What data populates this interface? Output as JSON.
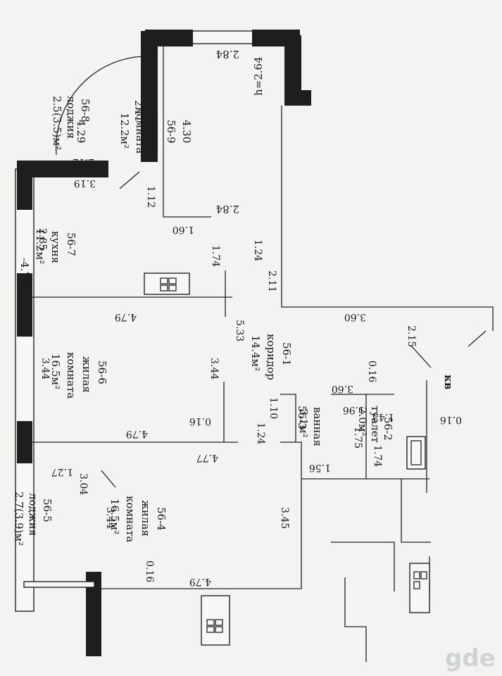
{
  "rooms": {
    "r9": {
      "id": "56-9",
      "name": "жилая",
      "name2": "комната",
      "area": "12.2м²",
      "d_top": "2.84",
      "d_bot": "2.84",
      "d_left": "4.30",
      "d_right": "4.29",
      "height": "h=2.64"
    },
    "r8": {
      "id": "56-8",
      "name": "лоджия",
      "area": "2.5(3.5)м²",
      "d1": "2.11",
      "d2": "2.12"
    },
    "r7": {
      "id": "56-7",
      "name": "кухня",
      "area": "11.2м²",
      "d_left": "2.85",
      "d_mid": "-4.79-",
      "d_right": "1.74",
      "d_top": "3.19",
      "d_bot": "1.60",
      "d_door": "1.12"
    },
    "r6": {
      "id": "56-6",
      "name": "жилая",
      "name2": "комната",
      "area": "16.5м²",
      "d_top": "4.79",
      "d_bot": "4.79",
      "d_left": "3.44",
      "d_right": "3.44",
      "d_wall": "0.16"
    },
    "r1": {
      "id": "56-1",
      "name": "коридор",
      "area": "14.4м²",
      "d_a": "1.24",
      "d_b": "2.11",
      "d_c": "5.33",
      "d_d": "3.60",
      "d_e": "1.24",
      "d_f": "1.10",
      "d_g": "2.15"
    },
    "r3": {
      "id": "56-3",
      "name": "ванная",
      "area": "3.1м²",
      "d_a": "3.60",
      "d_b": "1.96",
      "d_c": "1.75",
      "d_d": "1.56"
    },
    "r2": {
      "id": "56-2",
      "name": "туалет",
      "area": "2.0м²",
      "d_a": "0.16",
      "d_b": "1.43",
      "d_c": "1.74",
      "d_d": "0.16"
    },
    "r4": {
      "id": "56-4",
      "name": "жилая",
      "name2": "комната",
      "area": "16.5м²",
      "d_top": "4.77",
      "d_bot": "4.79",
      "d_left": "3.44",
      "d_right": "3.45",
      "d_wall": "0.16"
    },
    "r5": {
      "id": "56-5",
      "name": "лоджия",
      "area": "2.7(3.9)м²",
      "d_a": "1.27",
      "d_b": "3.04"
    }
  },
  "apartment_label": "кв",
  "watermark": "gde"
}
